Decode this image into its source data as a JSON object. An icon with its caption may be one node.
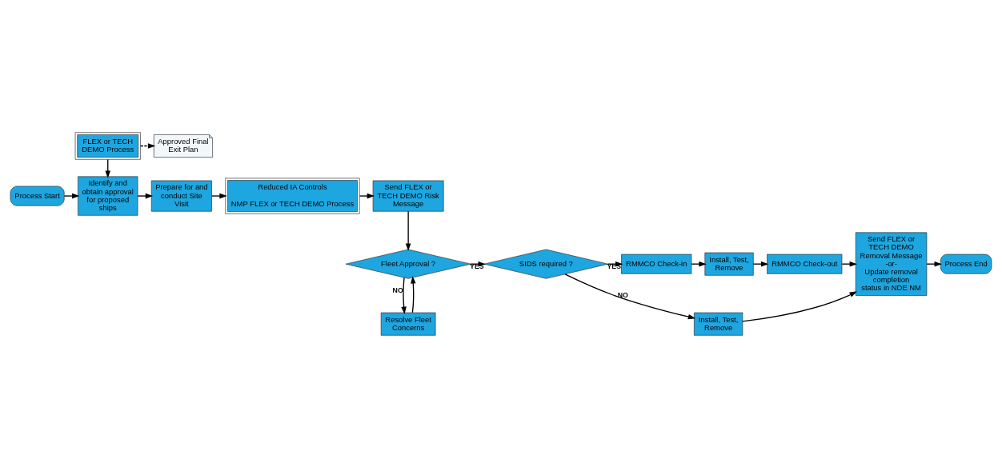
{
  "diagram": {
    "nodes": [
      {
        "text": [
          "FLEX or TECH DEMO Process"
        ]
      },
      {
        "text": [
          "Approved Final Exit Plan"
        ]
      },
      {
        "text": [
          "Process Start"
        ]
      },
      {
        "text": [
          "Identify and obtain approval for proposed ships"
        ]
      },
      {
        "text": [
          "Prepare for and conduct Site Visit"
        ]
      },
      {
        "text": [
          "Reduced IA Controls",
          "NMP FLEX or TECH DEMO Process"
        ]
      },
      {
        "text": [
          "Send FLEX or TECH DEMO Risk Message"
        ]
      },
      {
        "text": [
          "Fleet Approval ?"
        ]
      },
      {
        "text": [
          "SIDS required ?"
        ]
      },
      {
        "text": [
          "RMMCO Check-in"
        ]
      },
      {
        "text": [
          "Install, Test, Remove"
        ]
      },
      {
        "text": [
          "RMMCO Check-out"
        ]
      },
      {
        "text": [
          "Send FLEX or TECH DEMO Removal Message",
          "-or-",
          "Update removal completion status in NDE NM"
        ]
      },
      {
        "text": [
          "Process End"
        ]
      },
      {
        "text": [
          "Resolve Fleet Concerns"
        ]
      },
      {
        "text": [
          "Install, Test, Remove"
        ]
      }
    ],
    "edges": [
      {
        "from": 0,
        "to": 1,
        "arrow": "to",
        "style": "dashed"
      },
      {
        "from": 0,
        "to": 3,
        "arrow": "to"
      },
      {
        "from": 2,
        "to": 3,
        "arrow": "to"
      },
      {
        "from": 3,
        "to": 4,
        "arrow": "to"
      },
      {
        "from": 4,
        "to": 5,
        "arrow": "to"
      },
      {
        "from": 5,
        "to": 6,
        "arrow": "to"
      },
      {
        "from": 6,
        "to": 7,
        "arrow": "to"
      },
      {
        "from": 7,
        "to": 8,
        "arrow": "to",
        "label": "YES"
      },
      {
        "from": 8,
        "to": 9,
        "arrow": "to",
        "label": "YES"
      },
      {
        "from": 9,
        "to": 10,
        "arrow": "to"
      },
      {
        "from": 10,
        "to": 11,
        "arrow": "to"
      },
      {
        "from": 11,
        "to": 12,
        "arrow": "to"
      },
      {
        "from": 8,
        "to": 15,
        "arrow": "to",
        "label": "NO"
      },
      {
        "from": 15,
        "to": 12,
        "arrow": "to"
      },
      {
        "from": 12,
        "to": 13,
        "arrow": "to"
      },
      {
        "from": 7,
        "to": 14,
        "arrow": "to",
        "label": "NO"
      },
      {
        "from": 14,
        "to": 7,
        "arrow": "to"
      }
    ]
  }
}
